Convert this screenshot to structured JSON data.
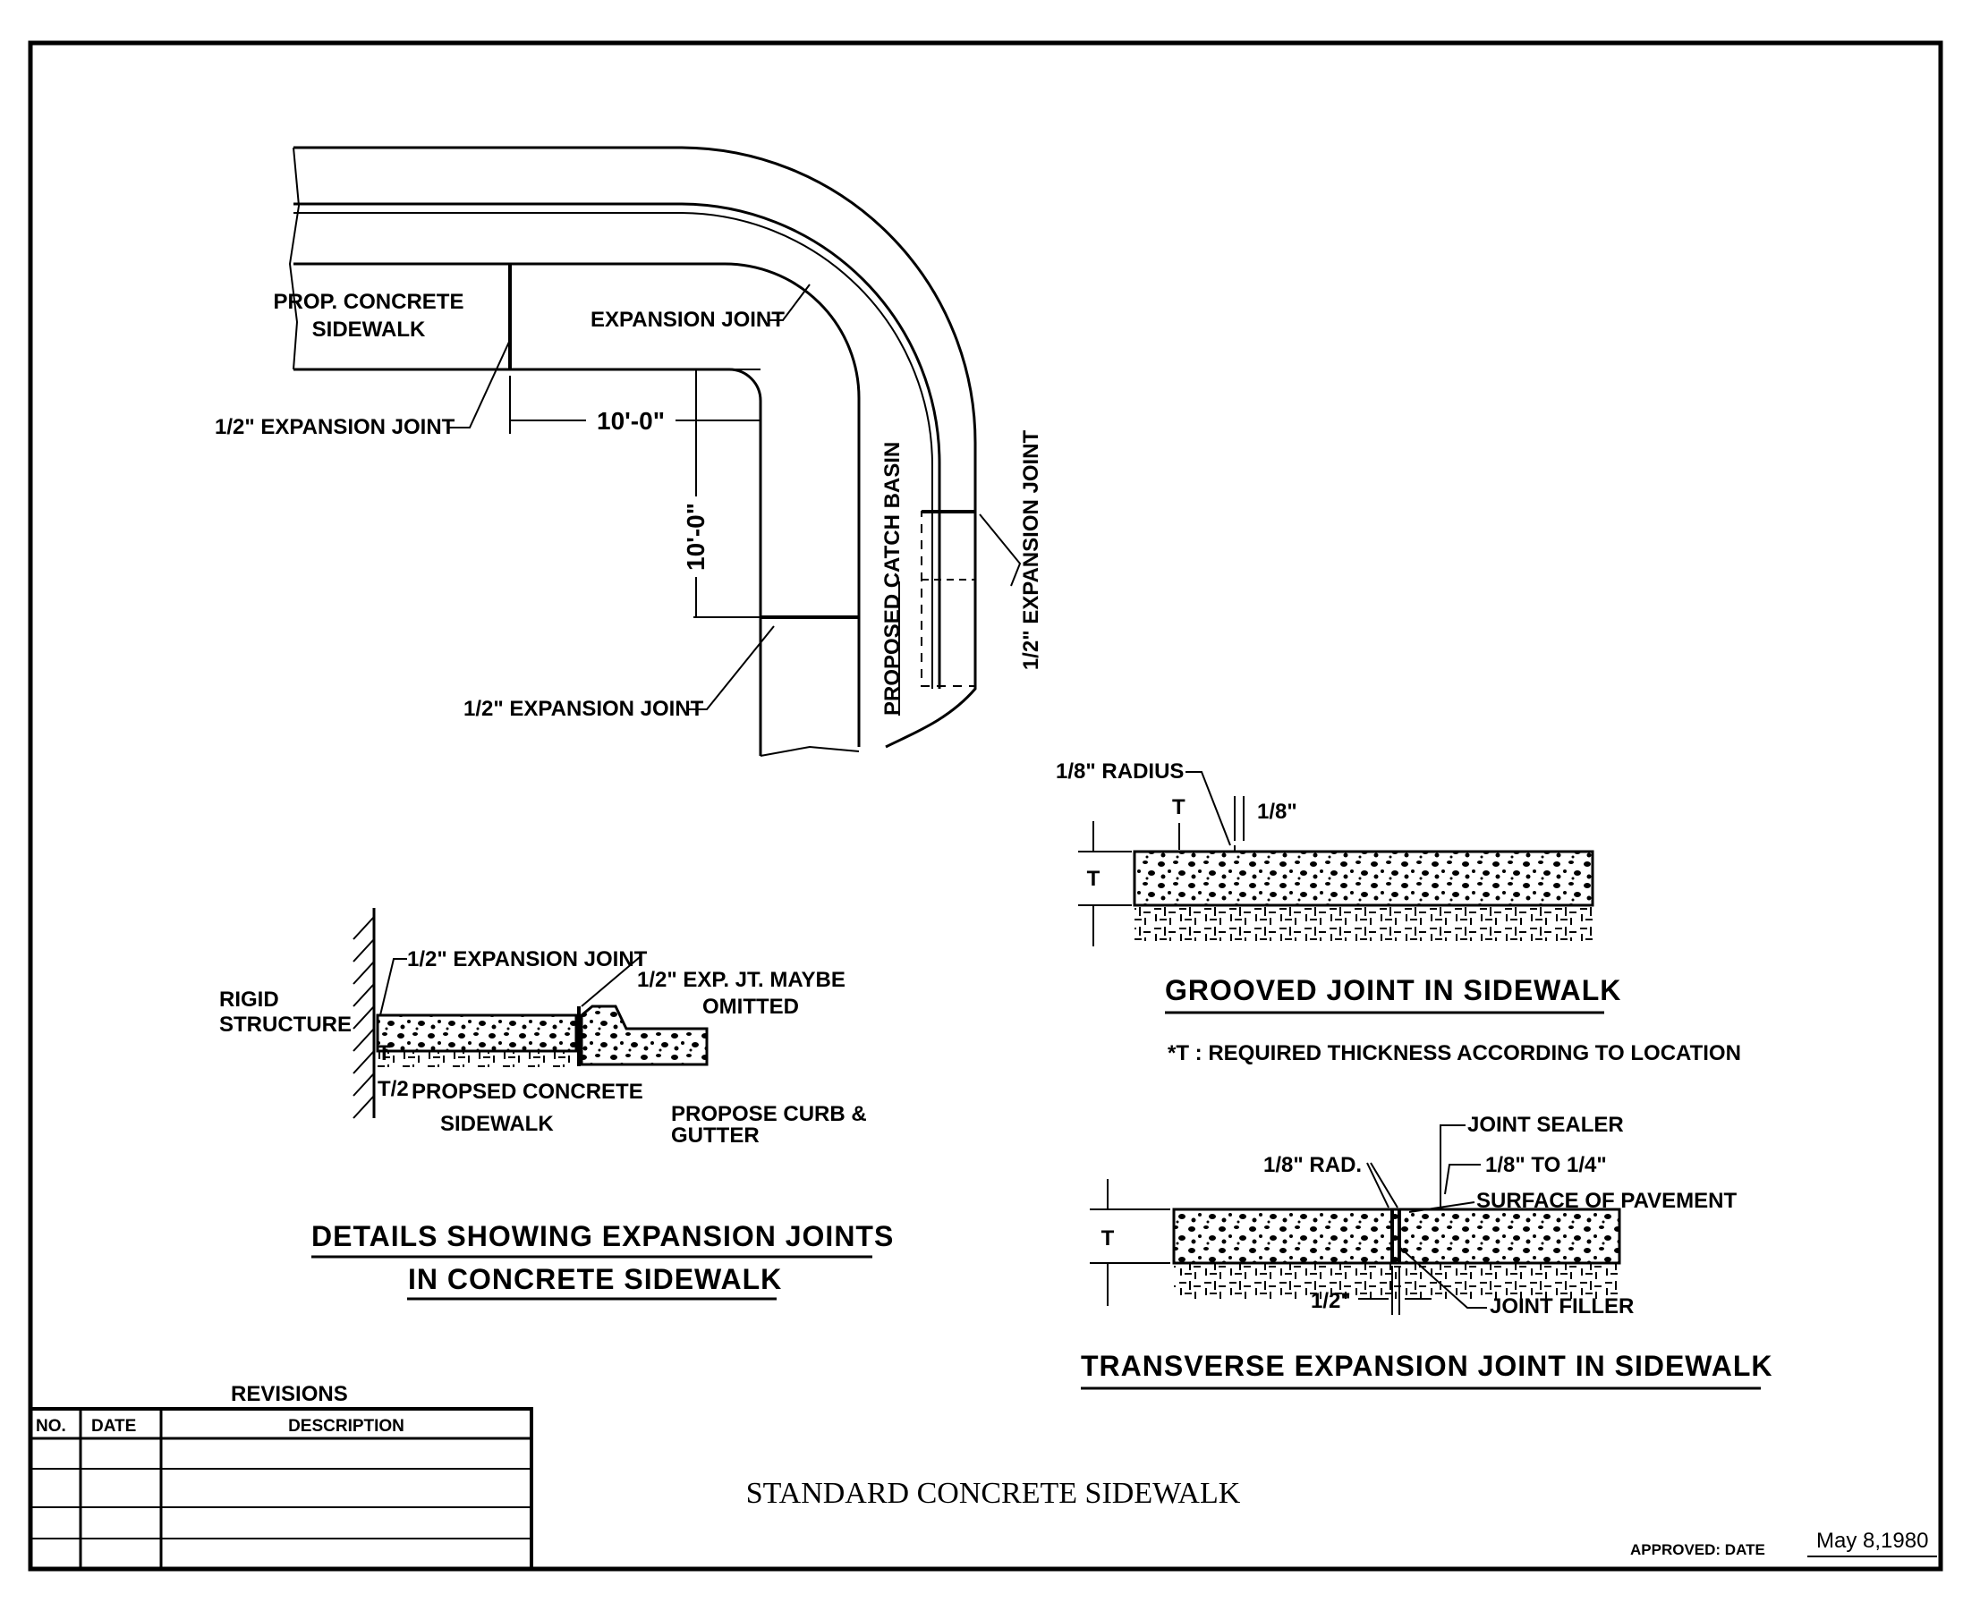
{
  "plan_view": {
    "sidewalk_label_1": "PROP. CONCRETE",
    "sidewalk_label_2": "SIDEWALK",
    "expansion_joint": "EXPANSION JOINT",
    "half_inch_joint_left": "1/2\" EXPANSION JOINT",
    "dim_horizontal": "10'-0\"",
    "dim_vertical": "10'-0\"",
    "catch_basin": "PROPOSED CATCH BASIN",
    "half_inch_joint_right": "1/2\" EXPANSION JOINT",
    "half_inch_joint_bottom": "1/2\" EXPANSION JOINT"
  },
  "detail_expansion": {
    "rigid_1": "RIGID",
    "rigid_2": "STRUCTURE",
    "joint": "1/2\" EXPANSION JOINT",
    "exp_jt_1": "1/2\" EXP. JT. MAYBE",
    "exp_jt_2": "OMITTED",
    "tick_t": "T",
    "tick_half_t": "T/2",
    "proposed_1": "PROPSED CONCRETE",
    "proposed_2": "SIDEWALK",
    "curb_1": "PROPOSE CURB &",
    "curb_2": "GUTTER",
    "title_1": "DETAILS SHOWING EXPANSION JOINTS",
    "title_2": "IN CONCRETE SIDEWALK"
  },
  "grooved": {
    "radius": "1/8\" RADIUS",
    "eighth": "1/8\"",
    "t_small": "T",
    "t_thick": "T",
    "title": "GROOVED JOINT IN SIDEWALK",
    "note": "*T : REQUIRED THICKNESS ACCORDING TO LOCATION"
  },
  "transverse": {
    "joint_sealer": "JOINT SEALER",
    "rad": "1/8\" RAD.",
    "eighth_quarter": "1/8\" TO 1/4\"",
    "surface": "SURFACE OF PAVEMENT",
    "t": "T",
    "half": "1/2\"",
    "joint_filler": "JOINT FILLER",
    "title": "TRANSVERSE EXPANSION JOINT IN SIDEWALK"
  },
  "revisions": {
    "heading": "REVISIONS",
    "columns": [
      "NO.",
      "DATE",
      "DESCRIPTION"
    ]
  },
  "main_title": "STANDARD CONCRETE SIDEWALK",
  "approved_label": "APPROVED: DATE",
  "approved_date": "May 8,1980"
}
